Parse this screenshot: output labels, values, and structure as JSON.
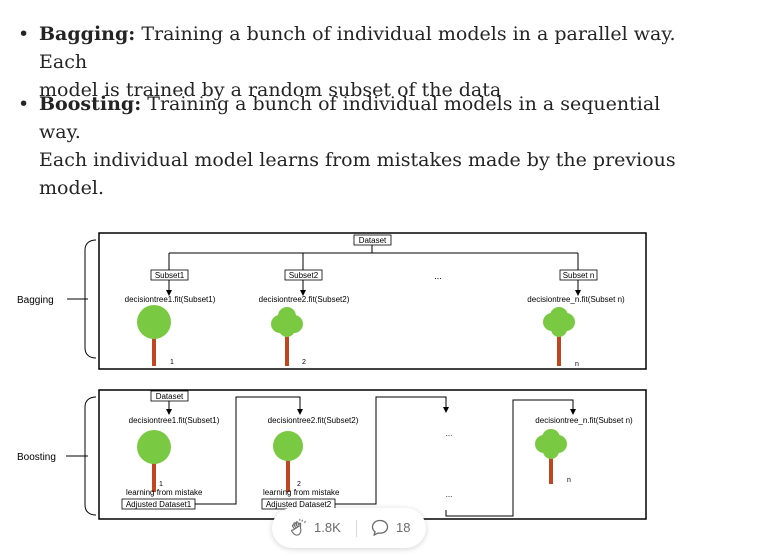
{
  "bullets": [
    {
      "term": "Bagging:",
      "line1": "Training a bunch of individual models in a parallel way. Each",
      "line2": "model is trained by a random subset of the data",
      "line3": ""
    },
    {
      "term": "Boosting:",
      "line1": "Training a bunch of individual models in a sequential way.",
      "line2": "Each individual model learns from mistakes made by the previous",
      "line3": "model."
    }
  ],
  "diagram": {
    "bagging": {
      "side_label": "Bagging",
      "dataset": "Dataset",
      "subsets": [
        "Subset1",
        "Subset2",
        "Subset n"
      ],
      "fits": [
        "decisiontree1.fit(Subset1)",
        "decisiontree2.fit(Subset2)",
        "decisiontree_n.fit(Subset n)"
      ],
      "numbers": [
        "1",
        "2",
        "n"
      ],
      "ellipsis": "..."
    },
    "boosting": {
      "side_label": "Boosting",
      "dataset": "Dataset",
      "fits": [
        "decisiontree1.fit(Subset1)",
        "decisiontree2.fit(Subset2)",
        "decisiontree_n.fit(Subset n)"
      ],
      "numbers": [
        "1",
        "2",
        "n"
      ],
      "learning": [
        "learning from mistake",
        "learning from mistake"
      ],
      "adjusted": [
        "Adjusted Dataset1",
        "Adjusted Dataset2"
      ],
      "ellipsis": "..."
    },
    "colors": {
      "leaf": "#7ac943",
      "trunk": "#c1461f",
      "line": "#000000"
    }
  },
  "engagement": {
    "claps": "1.8K",
    "responses": "18",
    "clap_icon": "clap-icon",
    "response_icon": "speech-bubble-icon"
  }
}
